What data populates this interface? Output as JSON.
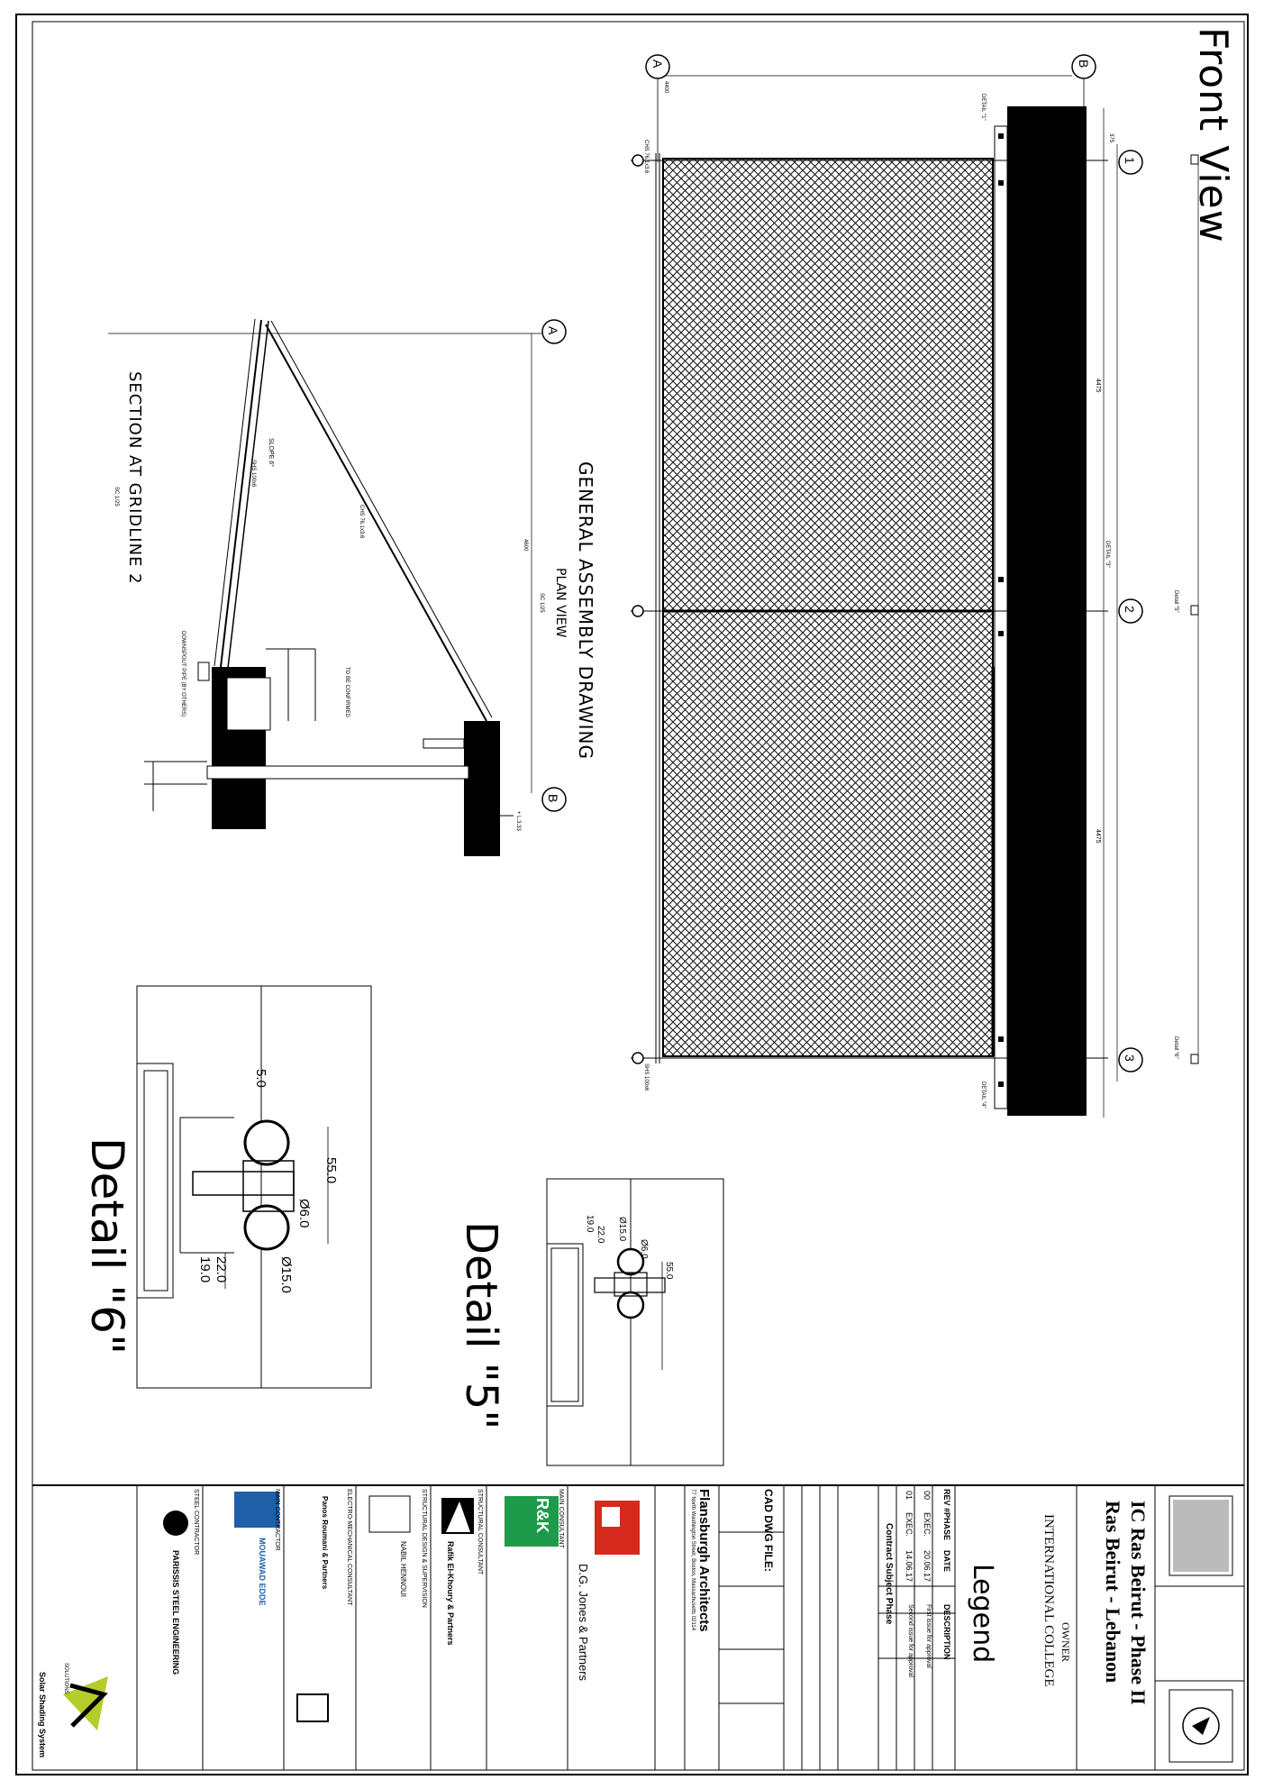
{
  "front_view": {
    "title": "Front View",
    "grid_left": "A",
    "grid_right": "B",
    "grid_1": "1",
    "grid_2": "2",
    "grid_3": "3",
    "dim_total": "4400",
    "dim_span1": "4475",
    "dim_span2": "4475",
    "dim_side": "375",
    "detail_5": "Detail \"5\"",
    "detail_6": "Detail \"6\"",
    "detail_1": "DETAIL \"1\"",
    "detail_3": "DETAIL \"3\"",
    "detail_4": "DETAIL \"4\"",
    "shs_top": "CHS 76.1x3.6",
    "shs_bot": "SHS 100x6"
  },
  "general_assembly": {
    "title": "GENERAL ASSEMBLY DRAWING",
    "subtitle": "PLAN VIEW",
    "scale": "SC 1/25"
  },
  "section": {
    "title": "SECTION AT GRIDLINE 2",
    "scale": "SC 1/25",
    "grid_a": "A",
    "grid_b": "B",
    "dim_4600": "4600",
    "chs": "CHS 76.1x3.6",
    "slope": "SLOPE 6°",
    "shs": "SHS 100x6",
    "note_slab": "TO BE CONFIRMED",
    "note_gutter": "DOWNSPOUT PIPE (BY OTHERS)",
    "level": "+ L.3.33"
  },
  "detail5": {
    "title": "Detail \"5\"",
    "d1": "Ø15.0",
    "d2": "Ø6.0",
    "dim55": "55.0",
    "dim22": "22.0",
    "dim19": "19.0"
  },
  "detail6": {
    "title": "Detail \"6\"",
    "d5": "5.0",
    "dim55": "55.0",
    "d6": "Ø6.0",
    "d15": "Ø15.0",
    "dim22": "22.0",
    "dim19": "19.0"
  },
  "titleblock": {
    "project_line1": "IC Ras Beirut - Phase II",
    "project_line2": "Ras Beirut - Lebanon",
    "owner_label": "OWNER",
    "owner": "INTERNATIONAL COLLEGE",
    "legend": "Legend",
    "rev_headers": [
      "REV #",
      "PHASE",
      "DATE",
      "DESCRIPTION"
    ],
    "rev_rows": [
      [
        "00",
        "EXEC.",
        "20.06.17",
        "First issue for approval"
      ],
      [
        "01",
        "EXEC.",
        "14.06.17",
        "Second issue for approval"
      ]
    ],
    "contract_subject": "Contract Subject Phase",
    "cad_label": "CAD DWG FILE:",
    "architect": "Flansburgh Architects",
    "architect_addr": "77 North Washington Street, Boston, Massachusetts 02114",
    "main_consultant_label": "MAIN CONSULTANT",
    "main_consultant": "D.G. Jones & Partners",
    "struct_consultant_label": "STRUCTURAL CONSULTANT",
    "struct_consultant": "Rafik El-Khoury & Partners",
    "rk": "R&K",
    "struct_design_label": "STRUCTURAL DESIGN & SUPERVISION",
    "struct_design": "NABIL HENNOUI",
    "electro_label": "ELECTRO-MECHANICAL CONSULTANT",
    "electro": "Panos Roumani & Partners",
    "main_contractor_label": "MAIN CONTRACTOR",
    "main_contractor": "MOUAWAD EDDE",
    "steel_label": "STEEL CONTRACTOR",
    "steel": "PARISSIS STEEL ENGINEERING",
    "solar_brand": "SOLUTIONS",
    "solar": "Solar Shading System"
  },
  "colors": {
    "ink": "#000000",
    "paper": "#ffffff",
    "hatch": "#1a1a1a",
    "red": "#d62a1f",
    "rk_green": "#1e9a4b",
    "rk_lime": "#b5cc2a",
    "blue": "#1f5fa8"
  }
}
